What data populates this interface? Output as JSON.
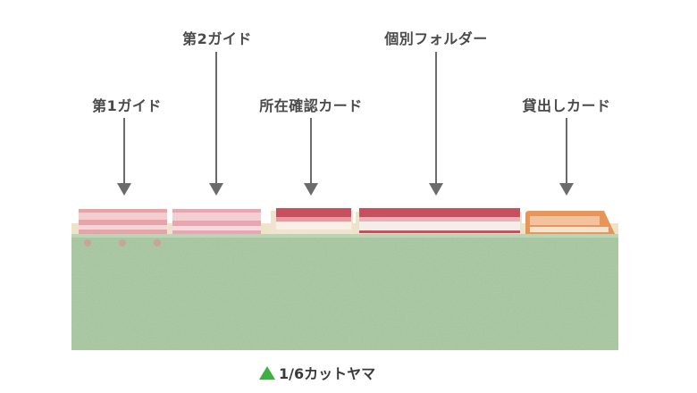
{
  "labels": [
    {
      "id": "guide1",
      "text": "第1ガイド"
    },
    {
      "id": "guide2",
      "text": "第2ガイド"
    },
    {
      "id": "location-card",
      "text": "所在確認カード"
    },
    {
      "id": "individual-folder",
      "text": "個別フォルダー"
    },
    {
      "id": "lending-card",
      "text": "貸出しカード"
    }
  ],
  "caption": {
    "text": "1/6カットヤマ",
    "marker": "green-triangle-icon"
  },
  "colors": {
    "folder_green": "#a7c6a0",
    "guide1_pink": "#e6a3a8",
    "guide2_pink": "#e8a6b0",
    "location_card_red": "#c8505e",
    "individual_folder_red": "#c8505e",
    "lending_card_orange": "#e8955a",
    "caption_triangle": "#3cb043"
  }
}
